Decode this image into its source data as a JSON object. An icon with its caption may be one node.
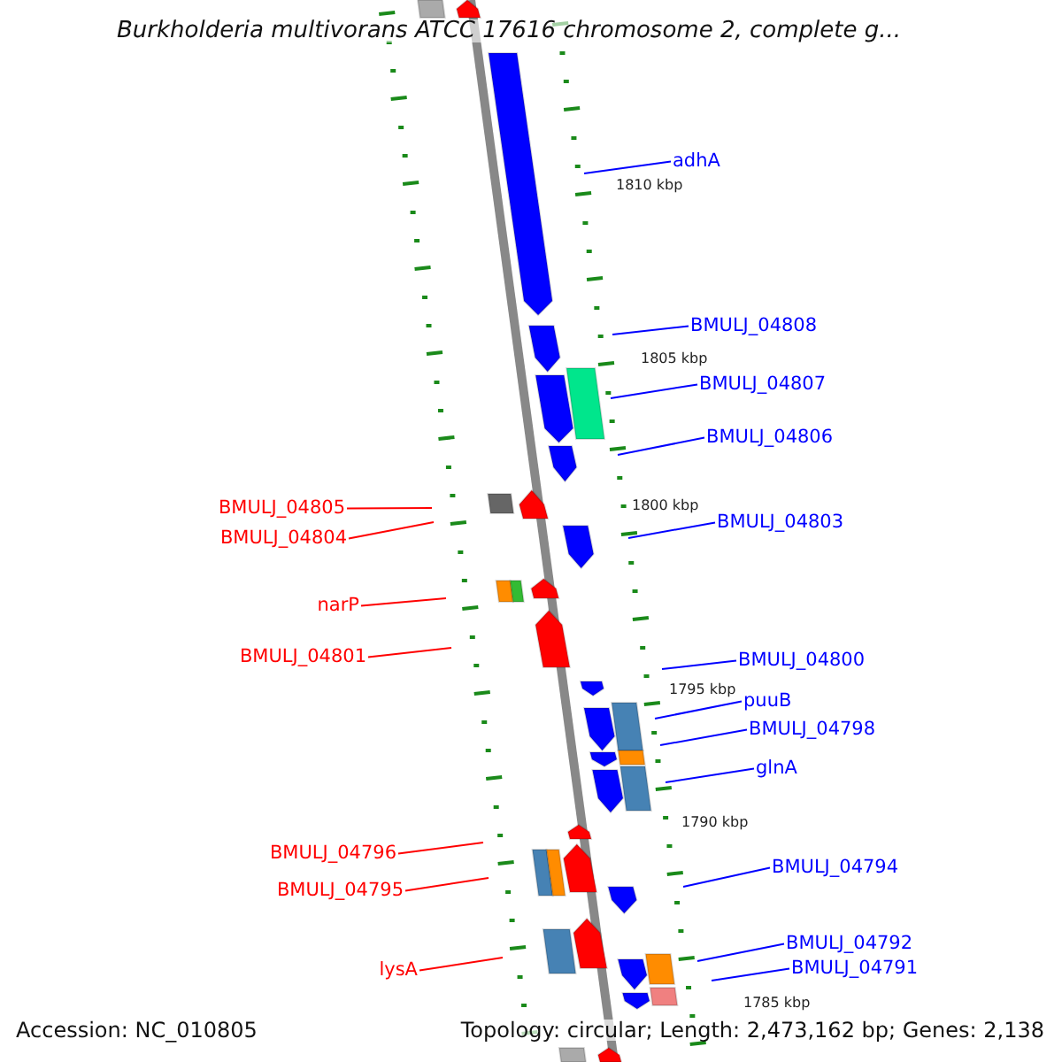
{
  "diagram": {
    "title": "Burkholderia multivorans ATCC 17616 chromosome 2, complete g...",
    "nodes": [
      {
        "text": [
          "adhA"
        ]
      },
      {
        "text": [
          "BMULJ_04808"
        ]
      },
      {
        "text": [
          "BMULJ_04807"
        ]
      },
      {
        "text": [
          "BMULJ_04806"
        ]
      },
      {
        "text": [
          "BMULJ_04805"
        ]
      },
      {
        "text": [
          "BMULJ_04804"
        ]
      },
      {
        "text": [
          "BMULJ_04803"
        ]
      },
      {
        "text": [
          "narP"
        ]
      },
      {
        "text": [
          "BMULJ_04801"
        ]
      },
      {
        "text": [
          "BMULJ_04800"
        ]
      },
      {
        "text": [
          "puuB"
        ]
      },
      {
        "text": [
          "BMULJ_04798"
        ]
      },
      {
        "text": [
          "glnA"
        ]
      },
      {
        "text": [
          "BMULJ_04796"
        ]
      },
      {
        "text": [
          "BMULJ_04795"
        ]
      },
      {
        "text": [
          "BMULJ_04794"
        ]
      },
      {
        "text": [
          "lysA"
        ]
      },
      {
        "text": [
          "BMULJ_04792"
        ]
      },
      {
        "text": [
          "BMULJ_04791"
        ]
      }
    ],
    "edges": [
      {
        "from": 0,
        "to": null,
        "arrow": "none"
      },
      {
        "from": 1,
        "to": null,
        "arrow": "none"
      },
      {
        "from": 2,
        "to": null,
        "arrow": "none"
      },
      {
        "from": 3,
        "to": null,
        "arrow": "none"
      },
      {
        "from": 4,
        "to": null,
        "arrow": "none",
        "color": "#ff0000"
      },
      {
        "from": 5,
        "to": null,
        "arrow": "none",
        "color": "#ff0000"
      },
      {
        "from": 6,
        "to": null,
        "arrow": "none"
      },
      {
        "from": 7,
        "to": null,
        "arrow": "none",
        "color": "#ff0000"
      },
      {
        "from": 8,
        "to": null,
        "arrow": "none",
        "color": "#ff0000"
      },
      {
        "from": 9,
        "to": null,
        "arrow": "none"
      },
      {
        "from": 10,
        "to": null,
        "arrow": "none"
      },
      {
        "from": 11,
        "to": null,
        "arrow": "none"
      },
      {
        "from": 12,
        "to": null,
        "arrow": "none"
      },
      {
        "from": 13,
        "to": null,
        "arrow": "none",
        "color": "#ff0000"
      },
      {
        "from": 14,
        "to": null,
        "arrow": "none",
        "color": "#ff0000"
      },
      {
        "from": 15,
        "to": null,
        "arrow": "none"
      },
      {
        "from": 16,
        "to": null,
        "arrow": "none",
        "color": "#ff0000"
      },
      {
        "from": 17,
        "to": null,
        "arrow": "none"
      },
      {
        "from": 18,
        "to": null,
        "arrow": "none"
      }
    ],
    "labels": [
      "1810 kbp",
      "1805 kbp",
      "1800 kbp",
      "1795 kbp",
      "1790 kbp",
      "1785 kbp",
      "Accession: NC_010805",
      "Topology: circular; Length: 2,473,162 bp; Genes: 2,138"
    ]
  }
}
